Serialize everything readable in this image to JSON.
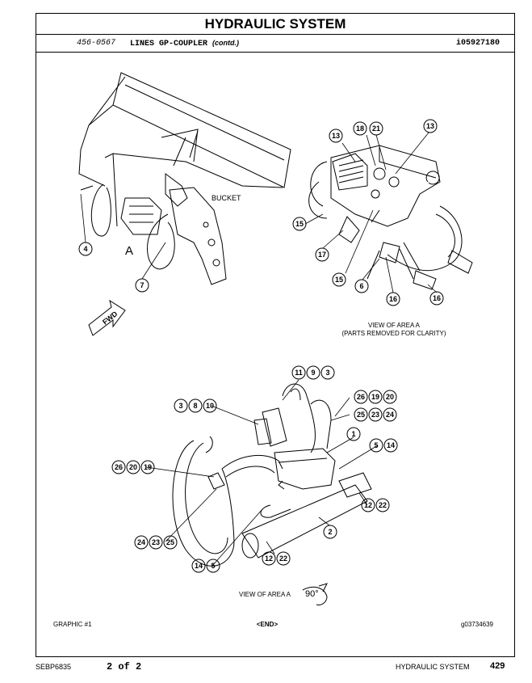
{
  "header": {
    "title": "HYDRAULIC SYSTEM",
    "part_number": "456-0567",
    "part_name": "LINES GP-COUPLER",
    "part_name_suffix": "(contd.)",
    "illustration_id": "i05927180"
  },
  "figure": {
    "label_bucket": "BUCKET",
    "label_area": "A",
    "label_fwd": "FWD",
    "view_caption_1": "VIEW OF AREA A",
    "view_caption_2": "(PARTS REMOVED FOR CLARITY)",
    "view_caption_bottom": "VIEW OF AREA A",
    "rotation": "90°",
    "callouts": [
      "4",
      "7",
      "13",
      "18",
      "21",
      "13",
      "15",
      "17",
      "15",
      "6",
      "16",
      "16",
      "11",
      "9",
      "3",
      "3",
      "8",
      "10",
      "26",
      "19",
      "20",
      "25",
      "23",
      "24",
      "1",
      "5",
      "14",
      "26",
      "20",
      "19",
      "12",
      "22",
      "2",
      "24",
      "23",
      "25",
      "12",
      "22",
      "14",
      "5"
    ]
  },
  "graphic_footer": {
    "graphic_no": "GRAPHIC #1",
    "end_marker": "<END>",
    "graphic_id": "g03734639"
  },
  "page_footer": {
    "doc_id": "SEBP6835",
    "page_of": "2 of 2",
    "section": "HYDRAULIC SYSTEM",
    "page_number": "429"
  }
}
